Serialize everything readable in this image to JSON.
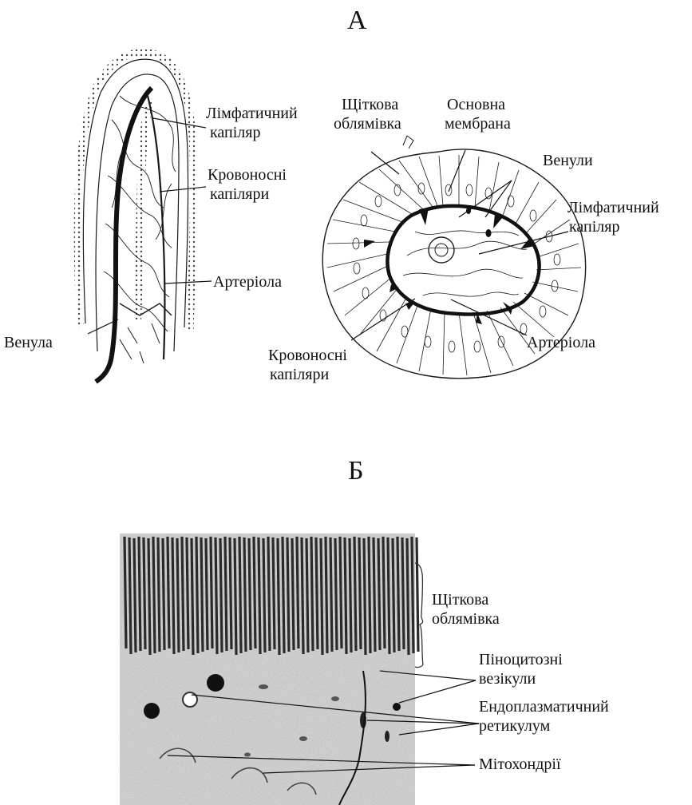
{
  "panel_a": {
    "letter": "А",
    "villus_labels": {
      "lymph_capillary": [
        "Лімфатичний",
        "капіляр"
      ],
      "blood_capillaries": [
        "Кровоносні",
        "капіляри"
      ],
      "arteriole": "Артеріола",
      "venule": "Венула"
    },
    "cross_section_labels": {
      "brush_border": [
        "Щіткова",
        "облямівка"
      ],
      "basement_membrane": [
        "Основна",
        "мембрана"
      ],
      "venules": "Венули",
      "lymph_capillary": [
        "Лімфатичний",
        "капіляр"
      ],
      "arteriole": "Артеріола",
      "blood_capillaries": [
        "Кровоносні",
        "капіляри"
      ]
    }
  },
  "panel_b": {
    "letter": "Б",
    "labels": {
      "brush_border": [
        "Щіткова",
        "облямівка"
      ],
      "pinocytic_vesicles": [
        "Піноцитозні",
        "везікули"
      ],
      "er": [
        "Ендоплазматичний",
        "ретикулум"
      ],
      "mitochondria": "Мітохондрії"
    }
  },
  "colors": {
    "ink": "#111111",
    "micrograph_bg": "#cfcfcf",
    "microvilli": "#2a2a2a"
  }
}
